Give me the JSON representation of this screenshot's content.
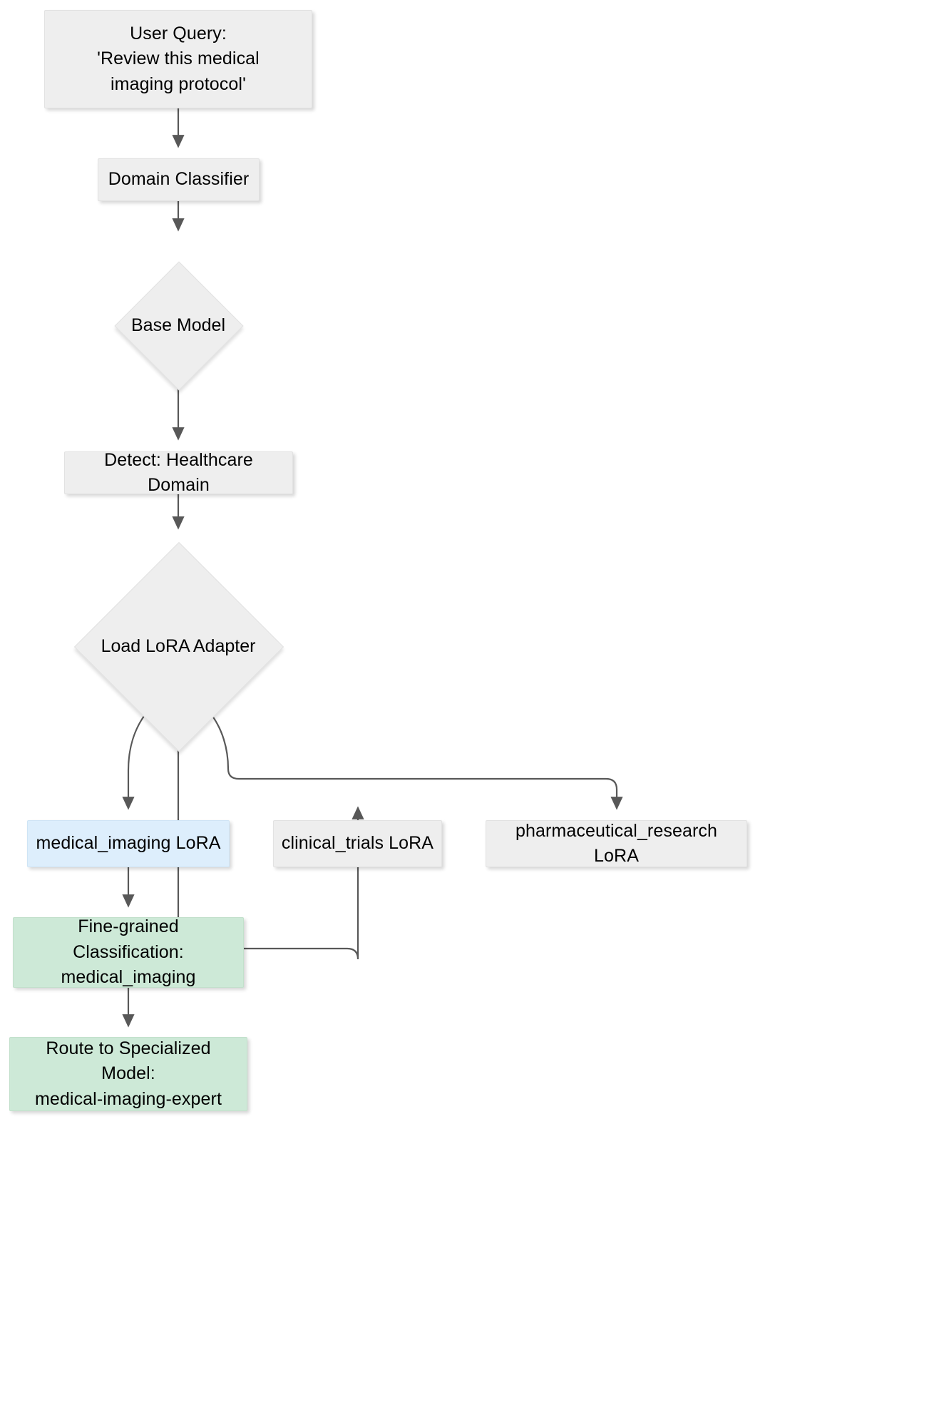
{
  "diagram": {
    "title": "LoRA Adapter Domain Routing Flowchart",
    "type": "flowchart",
    "direction": "top-down",
    "colors": {
      "default_fill": "#eeeeee",
      "default_stroke": "#e2e2e2",
      "highlight_fill": "#ddeefc",
      "highlight_stroke": "#cfe4f5",
      "result_fill": "#cde9d7",
      "result_stroke": "#c2e0cb",
      "edge_stroke": "#585858",
      "text": "#000000",
      "background": "#ffffff"
    }
  },
  "nodes": {
    "user_query": {
      "id": "user-query",
      "shape": "rect",
      "style": "default",
      "label": "User Query:\n'Review this medical imaging protocol'"
    },
    "domain_classifier": {
      "id": "domain-classifier",
      "shape": "rect",
      "style": "default",
      "label": "Domain Classifier"
    },
    "base_model": {
      "id": "base-model",
      "shape": "diamond",
      "style": "default",
      "label": "Base Model"
    },
    "detect_domain": {
      "id": "detect-healthcare-domain",
      "shape": "rect",
      "style": "default",
      "label": "Detect: Healthcare Domain"
    },
    "load_lora": {
      "id": "load-lora-adapter",
      "shape": "diamond",
      "style": "default",
      "label": "Load LoRA Adapter"
    },
    "medical_imaging_lora": {
      "id": "medical-imaging-lora",
      "shape": "rect",
      "style": "highlight",
      "label": "medical_imaging LoRA"
    },
    "clinical_trials_lora": {
      "id": "clinical-trials-lora",
      "shape": "rect",
      "style": "default",
      "label": "clinical_trials LoRA"
    },
    "pharmaceutical_research_lora": {
      "id": "pharmaceutical-research-lora",
      "shape": "rect",
      "style": "default",
      "label": "pharmaceutical_research LoRA"
    },
    "fine_grained": {
      "id": "fine-grained-classification",
      "shape": "rect",
      "style": "result",
      "label": "Fine-grained Classification:\nmedical_imaging"
    },
    "route_specialized": {
      "id": "route-to-specialized-model",
      "shape": "rect",
      "style": "result",
      "label": "Route to Specialized Model:\nmedical-imaging-expert"
    }
  },
  "edges": [
    {
      "from": "user_query",
      "to": "domain_classifier",
      "label": ""
    },
    {
      "from": "domain_classifier",
      "to": "base_model",
      "label": ""
    },
    {
      "from": "base_model",
      "to": "detect_domain",
      "label": ""
    },
    {
      "from": "detect_domain",
      "to": "load_lora",
      "label": ""
    },
    {
      "from": "load_lora",
      "to": "medical_imaging_lora",
      "label": ""
    },
    {
      "from": "load_lora",
      "to": "clinical_trials_lora",
      "label": ""
    },
    {
      "from": "load_lora",
      "to": "pharmaceutical_research_lora",
      "label": ""
    },
    {
      "from": "medical_imaging_lora",
      "to": "fine_grained",
      "label": ""
    },
    {
      "from": "fine_grained",
      "to": "route_specialized",
      "label": ""
    }
  ]
}
